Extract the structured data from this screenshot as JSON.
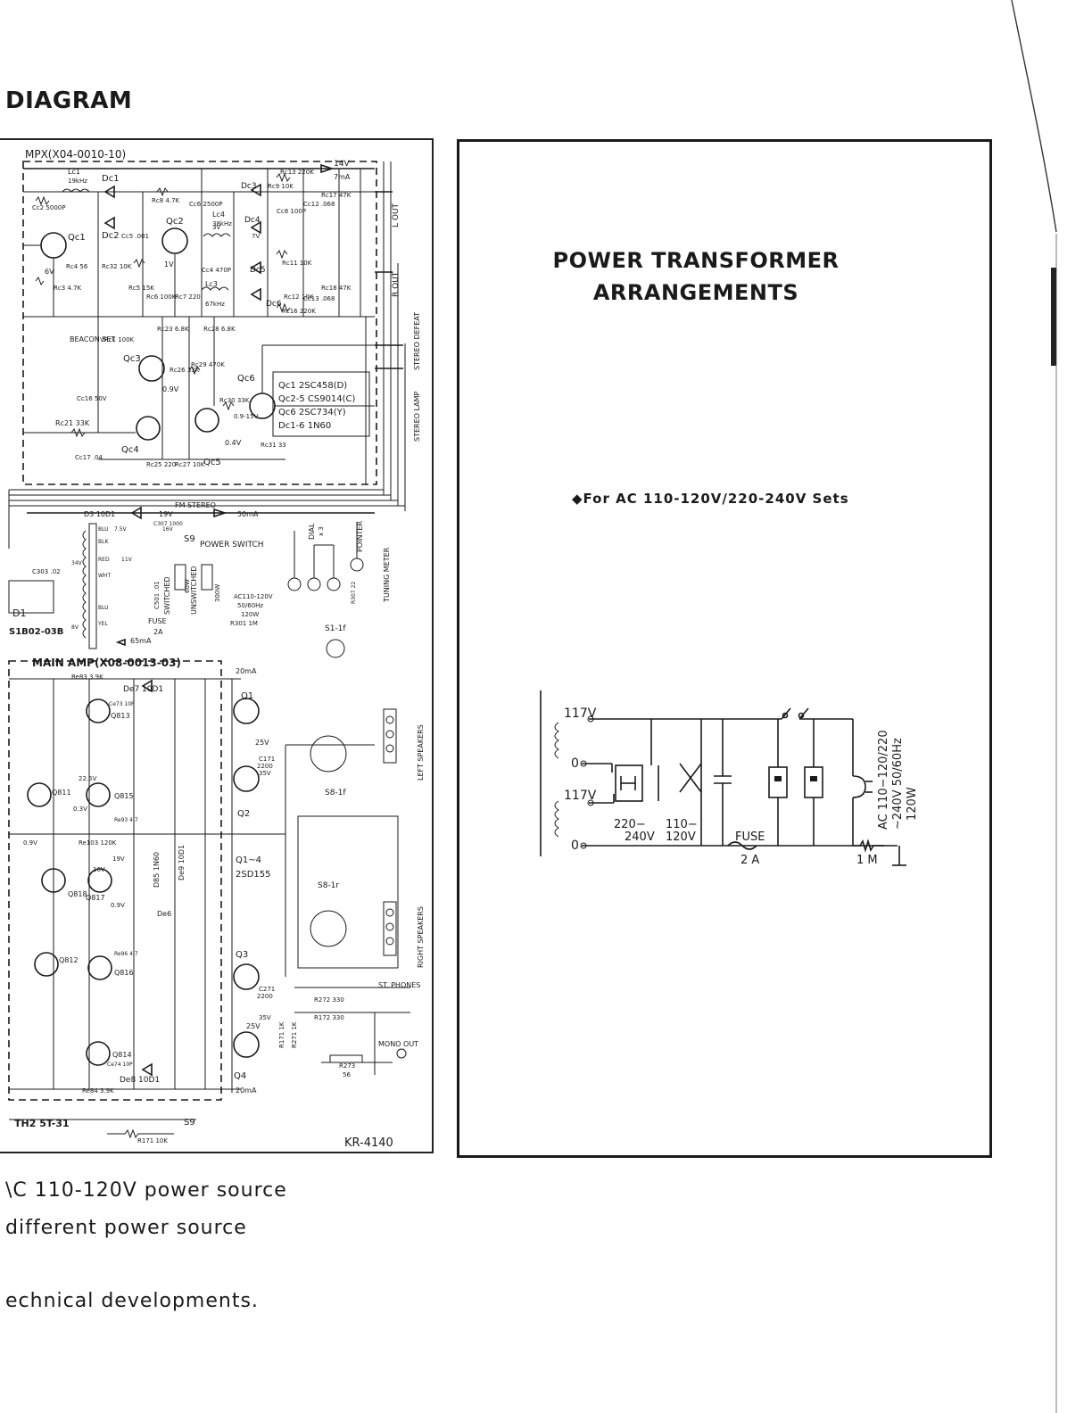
{
  "page": {
    "heading": "DIAGRAM",
    "model": "KR-4140"
  },
  "schematic": {
    "mpx_label": "MPX(X04-0010-10)",
    "main_amp_label": "MAIN AMP(X08-0013-03)",
    "outputs": [
      "L OUT",
      "R OUT",
      "STEREO DEFEAT",
      "STEREO LAMP"
    ],
    "supply": {
      "voltage": "14V",
      "current": "7mA"
    },
    "beacon_label": "BEACON SET",
    "vrc1": "VRc1 100K",
    "coils": [
      {
        "name": "Lc1",
        "freq": "19kHz"
      },
      {
        "name": "Lc4",
        "freq": "38kHz"
      },
      {
        "name": "Lc3",
        "freq": "67kHz"
      }
    ],
    "transistors": [
      "Qc1",
      "Qc2",
      "Qc3",
      "Qc4",
      "Qc5",
      "Qc6"
    ],
    "mpx_diodes": [
      "Dc1",
      "Dc2",
      "Dc3",
      "Dc4",
      "Dc5",
      "Dc6"
    ],
    "mpx_resistors": [
      "Rc9 10K",
      "Rc13 220K",
      "Rc17 47K",
      "Rc11 10K",
      "Rc12 10K",
      "Rc16 220K",
      "Rc18 47K",
      "Rc21 33K",
      "Rc30 33K",
      "Rc31 33",
      "Rc29 470K",
      "Rc26 33K",
      "Rc28 6.8K",
      "Rc23 6.8K",
      "Rc25 220",
      "Rc27 10K",
      "Rc8 4.7K",
      "Rc32 10K",
      "Rc4 56",
      "Rc3 4.7K",
      "Rc5 15K",
      "Rc6 100K",
      "Rc7 220"
    ],
    "mpx_caps": [
      "Cc5 .001",
      "Cc6 2500P",
      "Cc4 470P",
      "Cc8 100P",
      "Cc12 .068",
      "Cc13 .068",
      "Cc16 50V",
      "Cc17 .04",
      "Cc2 5000P"
    ],
    "parts_list": [
      "Qc1  2SC458(D)",
      "Qc2-5  CS9014(C)",
      "Qc6  2SC734(Y)",
      "Dc1-6  1N60"
    ],
    "mpx_volts": [
      "6V",
      "1V",
      "0.9V",
      "0.9-15V",
      "0.4V",
      "3V",
      "7V"
    ],
    "power_section": {
      "fm_stereo": "FM STEREO",
      "d3": "D3 10D1",
      "volts": [
        "19V",
        "50mA",
        "7.5V",
        "16V",
        "11V",
        "34V",
        "8V"
      ],
      "c307": "C307 1000",
      "s9": "S9",
      "power_switch": "POWER SWITCH",
      "switched": "SWITCHED",
      "unswitched": "UNSWITCHED",
      "watt_switched": "60W",
      "watt_unswitched": "300W",
      "c501": "C501 .01",
      "ac": [
        "AC110-120V",
        "50/60Hz",
        "120W"
      ],
      "fuse": "FUSE",
      "fuse_rating": "2A",
      "r301": "R301 1M",
      "d1": "D1",
      "d1_part": "S1B02-03B",
      "c303": "C303 .02",
      "dial": "DIAL",
      "dial_x3": "x 3",
      "pointer": "POINTER",
      "tuning_meter": "TUNING METER",
      "r307": "R307 22",
      "s1": "S1-1f",
      "current_65": "65mA",
      "wire_colors": [
        "BLU",
        "BLK",
        "RED",
        "WHT",
        "BLU",
        "YEL"
      ]
    },
    "main_amp": {
      "transistors": [
        "Q1",
        "Q2",
        "Q3",
        "Q4",
        "Q813",
        "Q815",
        "Q811",
        "Q818",
        "Q817",
        "Q812",
        "Q816",
        "Q814"
      ],
      "q_range": "Q1~4",
      "q_part": "2SD155",
      "diodes": [
        "De7 10D1",
        "De8 10D1",
        "D85 1N60",
        "De9 10D1",
        "De6"
      ],
      "caps": [
        "C171",
        "2200",
        "35V",
        "C271",
        "2200",
        "35V",
        "Ce73 10P",
        "Ce74 10P"
      ],
      "resistors": [
        "Re83 3.9K",
        "Re84 3.9K",
        "Re103 120K",
        "Re93 4.7",
        "Re96 4.7"
      ],
      "volts": [
        "20mA",
        "25V",
        "22.5V",
        "0.3V",
        "0.9V",
        "19V",
        "16V",
        "0.9V",
        "25V",
        "20mA"
      ],
      "th": "TH2 5T-31",
      "s9": "S9",
      "r_bottom": "R171 10K"
    },
    "speakers": {
      "left": "LEFT SPEAKERS",
      "right": "RIGHT SPEAKERS",
      "s8": "S8-1f",
      "s8r": "S8-1r",
      "phones": "ST. PHONES",
      "r272": "R272 330",
      "r172": "R172 330",
      "mono": "MONO OUT",
      "r273": "R273",
      "r273_val": "56",
      "r171": "R171 1K",
      "r271": "R271 1K"
    }
  },
  "transformer_panel": {
    "title_line1": "POWER TRANSFORMER",
    "title_line2": "ARRANGEMENTS",
    "subtitle": "◆For AC 110-120V/220-240V Sets",
    "labels": {
      "top_tap": "117V",
      "mid_tap": "117V",
      "zero1": "0",
      "zero2": "0",
      "sel_220": "220−",
      "sel_240": "240V",
      "sel_110": "110−",
      "sel_120": "120V",
      "fuse": "FUSE",
      "fuse_rating": "2 A",
      "resistor": "1 M",
      "ac_line1": "AC 110−120/220",
      "ac_line2": "∼240V  50/60Hz",
      "ac_line3": "120W"
    }
  },
  "bottom_text": [
    "\\C 110-120V power source",
    "different power source",
    "echnical developments."
  ]
}
